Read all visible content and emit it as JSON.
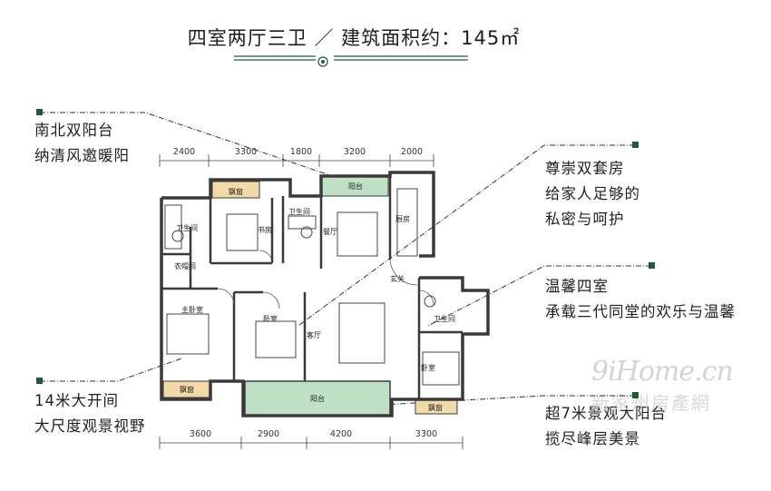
{
  "header": {
    "title": "四室两厅三卫 ／ 建筑面积约：145㎡"
  },
  "callouts": {
    "top_left": [
      "南北双阳台",
      "纳清风邀暖阳"
    ],
    "top_right": [
      "尊崇双套房",
      "给家人足够的",
      "私密与呵护"
    ],
    "mid_right": [
      "温馨四室",
      "承载三代同堂的欢乐与温馨"
    ],
    "bottom_left": [
      "14米大开间",
      "大尺度观景视野"
    ],
    "bottom_right": [
      "超7米景观大阳台",
      "揽尽峰层美景"
    ]
  },
  "dimensions": {
    "top": [
      "2400",
      "3300",
      "1800",
      "3200",
      "2000"
    ],
    "bottom": [
      "3600",
      "2900",
      "4200",
      "3300"
    ]
  },
  "rooms": {
    "bay_window_top": "飘窗",
    "study": "书房",
    "bathroom_a": "卫生间",
    "bathroom_b": "卫生间",
    "balcony_top": "阳台",
    "dining": "餐厅",
    "kitchen": "厨房",
    "cloakroom": "衣帽间",
    "master_bedroom": "主卧室",
    "bedroom_a": "卧室",
    "living": "客厅",
    "entrance": "玄关",
    "bathroom_c": "卫生间",
    "bedroom_b": "卧室",
    "bay_window_left": "飘窗",
    "balcony_bottom": "阳台",
    "bay_window_right": "飘窗"
  },
  "watermark": {
    "line1": "9iHome.cn",
    "line2": "新家州房產網"
  },
  "colors": {
    "accent_green": "#1e5a3a",
    "balcony_green": "#bfe0c4",
    "bay_window_tan": "#f2d9a8",
    "wall": "#3a3a3a"
  }
}
